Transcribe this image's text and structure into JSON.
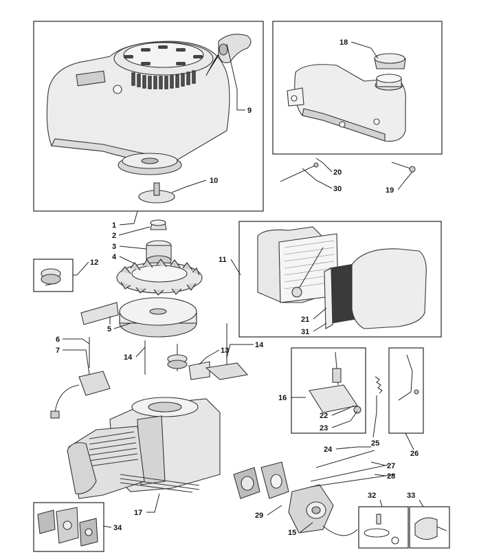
{
  "diagram": {
    "callouts": [
      {
        "id": "c1",
        "text": "1"
      },
      {
        "id": "c2",
        "text": "2"
      },
      {
        "id": "c3",
        "text": "3"
      },
      {
        "id": "c4",
        "text": "4"
      },
      {
        "id": "c5",
        "text": "5"
      },
      {
        "id": "c6",
        "text": "6"
      },
      {
        "id": "c7",
        "text": "7"
      },
      {
        "id": "c9",
        "text": "9"
      },
      {
        "id": "c10",
        "text": "10"
      },
      {
        "id": "c11",
        "text": "11"
      },
      {
        "id": "c12",
        "text": "12"
      },
      {
        "id": "c13",
        "text": "13"
      },
      {
        "id": "c14a",
        "text": "14"
      },
      {
        "id": "c14b",
        "text": "14"
      },
      {
        "id": "c15",
        "text": "15"
      },
      {
        "id": "c16",
        "text": "16"
      },
      {
        "id": "c17",
        "text": "17"
      },
      {
        "id": "c18",
        "text": "18"
      },
      {
        "id": "c19",
        "text": "19"
      },
      {
        "id": "c20",
        "text": "20"
      },
      {
        "id": "c21",
        "text": "21"
      },
      {
        "id": "c22",
        "text": "22"
      },
      {
        "id": "c23",
        "text": "23"
      },
      {
        "id": "c24",
        "text": "24"
      },
      {
        "id": "c25",
        "text": "25"
      },
      {
        "id": "c26",
        "text": "26"
      },
      {
        "id": "c27",
        "text": "27"
      },
      {
        "id": "c28",
        "text": "28"
      },
      {
        "id": "c29",
        "text": "29"
      },
      {
        "id": "c30",
        "text": "30"
      },
      {
        "id": "c31",
        "text": "31"
      },
      {
        "id": "c32",
        "text": "32"
      },
      {
        "id": "c33",
        "text": "33"
      },
      {
        "id": "c34",
        "text": "34"
      }
    ]
  },
  "colors": {
    "line": "#222222",
    "part_fill": "#e6e6e6",
    "part_shade": "#bdbdbd",
    "background": "#ffffff"
  }
}
